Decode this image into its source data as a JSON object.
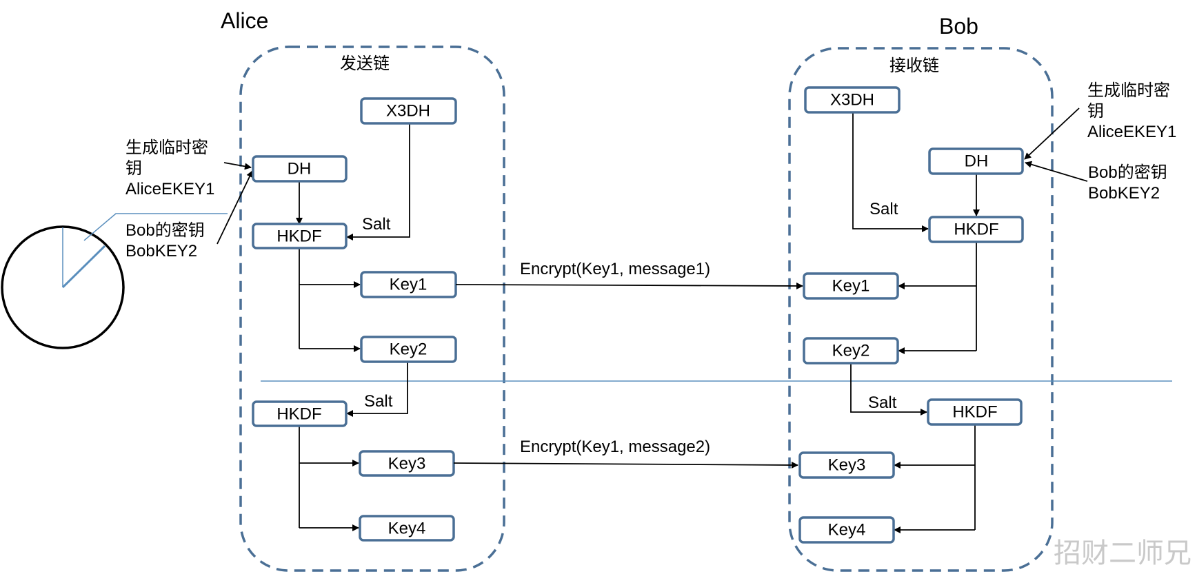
{
  "alice": {
    "title": "Alice",
    "chain_label": "发送链",
    "box_x3dh": "X3DH",
    "box_dh": "DH",
    "box_hkdf1": "HKDF",
    "box_key1": "Key1",
    "box_key2": "Key2",
    "box_hkdf2": "HKDF",
    "box_key3": "Key3",
    "box_key4": "Key4",
    "salt1": "Salt",
    "salt2": "Salt",
    "note_ephemeral": [
      "生成临时密",
      "钥",
      "AliceEKEY1"
    ],
    "note_bobkey": [
      "Bob的密钥",
      "BobKEY2"
    ]
  },
  "bob": {
    "title": "Bob",
    "chain_label": "接收链",
    "box_x3dh": "X3DH",
    "box_dh": "DH",
    "box_hkdf1": "HKDF",
    "box_key1": "Key1",
    "box_key2": "Key2",
    "box_hkdf2": "HKDF",
    "box_key3": "Key3",
    "box_key4": "Key4",
    "salt1": "Salt",
    "salt2": "Salt",
    "note_ephemeral": [
      "生成临时密",
      "钥",
      "AliceEKEY1"
    ],
    "note_bobkey": [
      "Bob的密钥",
      "BobKEY2"
    ]
  },
  "messages": {
    "encrypt1": "Encrypt(Key1, message1)",
    "encrypt2": "Encrypt(Key1, message2)"
  },
  "watermark": "招财二师兄",
  "colors": {
    "box_stroke": "#4a6f95",
    "group_stroke": "#4a6f95",
    "divider": "#5b8fbd"
  }
}
